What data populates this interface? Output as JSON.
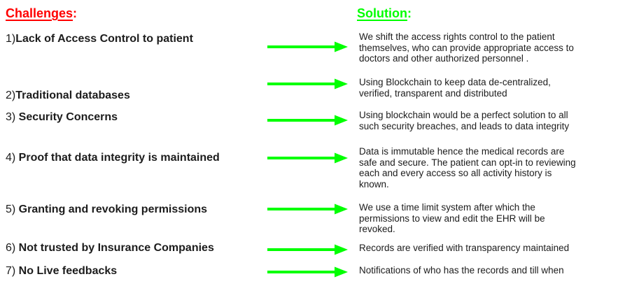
{
  "colors": {
    "accent_red": "#ff0000",
    "accent_green": "#00ff00",
    "text": "#1c1c1c"
  },
  "headings": {
    "challenges": {
      "label": "Challenges",
      "colon": ":"
    },
    "solution": {
      "label": "Solution",
      "colon": ":"
    }
  },
  "rows": [
    {
      "num": "1)",
      "challenge": "Lack of Access Control to patient",
      "solution": "We shift the access rights control to the patient\nthemselves, who can provide appropriate access to\ndoctors and other authorized personnel ."
    },
    {
      "num": "2)",
      "challenge": "Traditional databases",
      "solution": "Using Blockchain to keep data de-centralized,\nverified, transparent and distributed"
    },
    {
      "num": "3) ",
      "challenge": "Security Concerns",
      "solution": "Using blockchain would be a perfect solution to all\nsuch security breaches, and leads to data integrity"
    },
    {
      "num": "4) ",
      "challenge": "Proof that data integrity is maintained",
      "solution": "Data is immutable hence the medical records are\nsafe and secure. The patient can opt-in to reviewing\neach and every access so all activity history is\nknown."
    },
    {
      "num": "5) ",
      "challenge": "Granting and revoking permissions",
      "solution": "We use a time limit system after which the\npermissions to view and edit the EHR will be\nrevoked."
    },
    {
      "num": "6) ",
      "challenge": "Not trusted by Insurance Companies",
      "solution": "Records are verified with transparency maintained"
    },
    {
      "num": "7) ",
      "challenge": "No Live feedbacks",
      "solution": "Notifications of who has the records and till when"
    }
  ]
}
